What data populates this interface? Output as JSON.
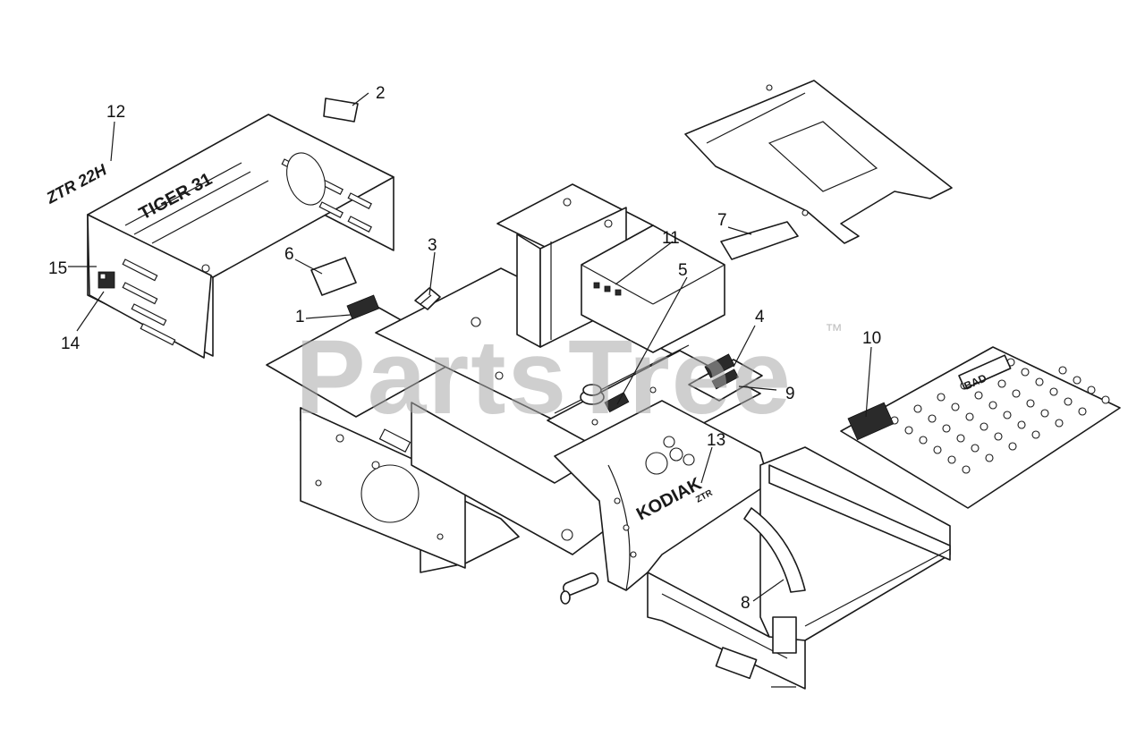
{
  "watermark": {
    "text": "PartsTree",
    "trademark": "™"
  },
  "callouts": {
    "c1": "1",
    "c2": "2",
    "c3": "3",
    "c4": "4",
    "c5": "5",
    "c6": "6",
    "c7": "7",
    "c8": "8",
    "c9": "9",
    "c10": "10",
    "c11": "11",
    "c12": "12",
    "c13": "13",
    "c14": "14",
    "c15": "15"
  },
  "decals": {
    "rear_model": "ZTR 22H",
    "rear_panel": "TIGER 31",
    "brand": "KODIAK",
    "brand_sub": "ZTR",
    "floor_badge": "BAD"
  },
  "colors": {
    "line": "#1a1a1a",
    "watermark": "#a8a8a8",
    "background": "#ffffff"
  }
}
